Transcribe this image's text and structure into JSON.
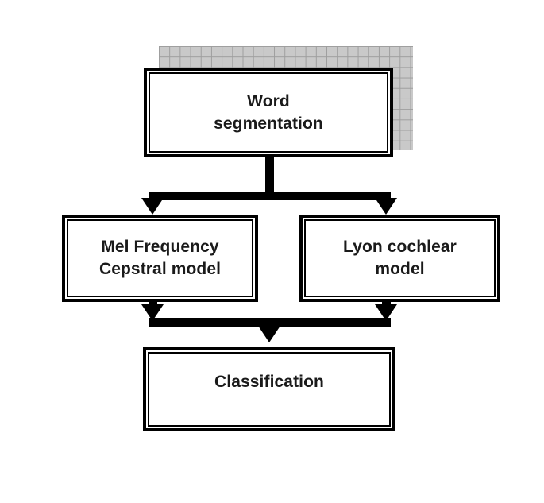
{
  "figure": {
    "type": "flowchart",
    "background_color": "#ffffff",
    "line_color": "#000000",
    "text_color": "#1a1a1a",
    "shadow_fill_color": "#c9c9c9",
    "shadow_line_color": "#9e9e9e",
    "orientation": "top-to-bottom"
  },
  "nodes": [
    {
      "id": "word-segmentation",
      "label": "Word\nsegmentation",
      "shape": "rectangle-double-border",
      "has_grid_shadow": true,
      "level": 1
    },
    {
      "id": "mel-frequency-cepstral-model",
      "label": "Mel Frequency\nCepstral model",
      "shape": "rectangle-double-border",
      "has_grid_shadow": false,
      "level": 2
    },
    {
      "id": "lyon-cochlear-model",
      "label": "Lyon cochlear\nmodel",
      "shape": "rectangle-double-border",
      "has_grid_shadow": false,
      "level": 2
    },
    {
      "id": "classification",
      "label": "Classification",
      "shape": "rectangle-double-border",
      "has_grid_shadow": false,
      "level": 3
    }
  ],
  "connectors": [
    {
      "id": "split-connector",
      "from": "word-segmentation",
      "to": [
        "mel-frequency-cepstral-model",
        "lyon-cochlear-model"
      ],
      "style": "thick-split-bar-with-arrowheads",
      "arrow_direction": "down"
    },
    {
      "id": "merge-connector",
      "from": [
        "mel-frequency-cepstral-model",
        "lyon-cochlear-model"
      ],
      "to": "classification",
      "style": "thick-merge-bar-with-arrowheads",
      "arrow_direction": "down"
    }
  ]
}
